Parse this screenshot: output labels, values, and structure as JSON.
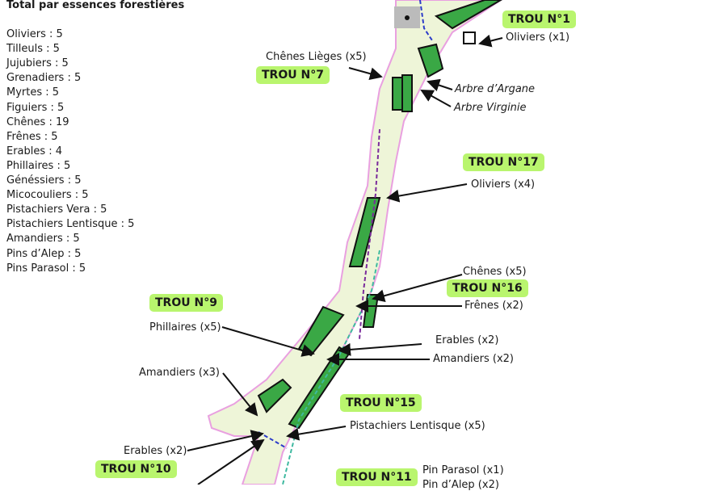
{
  "legend": {
    "title": "Total par essences forestières",
    "items": [
      "Oliviers : 5",
      "Tilleuls : 5",
      "Jujubiers : 5",
      "Grenadiers : 5",
      "Myrtes : 5",
      "Figuiers : 5",
      "Chênes : 19",
      "Frênes : 5",
      "Erables : 4",
      "Phillaires : 5",
      "Généssiers : 5",
      "Micocouliers : 5",
      "Pistachiers Vera : 5",
      "Pistachiers Lentisque : 5",
      "Amandiers : 5",
      "Pins d’Alep : 5",
      "Pins Parasol : 5"
    ]
  },
  "holes": {
    "t1": "TROU N°1",
    "t7": "TROU N°7",
    "t17": "TROU N°17",
    "t16": "TROU N°16",
    "t9": "TROU N°9",
    "t15": "TROU N°15",
    "t10": "TROU N°10",
    "t11": "TROU N°11"
  },
  "annotations": {
    "oliviers1": "Oliviers (x1)",
    "chenes_lieges": "Chênes Lièges (x5)",
    "argane": "Arbre d’Argane",
    "virginie": "Arbre Virginie",
    "oliviers4": "Oliviers (x4)",
    "chenes5": "Chênes (x5)",
    "frenes2": "Frênes (x2)",
    "phillaires5": "Phillaires (x5)",
    "erables2_r": "Erables (x2)",
    "amandiers2": "Amandiers (x2)",
    "amandiers3": "Amandiers (x3)",
    "pistachiers5": "Pistachiers Lentisque (x5)",
    "erables2_l": "Erables (x2)",
    "pin_parasol1": "Pin Parasol (x1)",
    "pin_alep": "Pin d’Alep (x2)"
  },
  "colors": {
    "badge": "#b9f56e",
    "strip_fill": "#eef5d8",
    "strip_outline": "#e9a0e0",
    "plot": "#3aa845",
    "path_blue": "#2b3bc9",
    "path_teal": "#3fb9a0"
  }
}
